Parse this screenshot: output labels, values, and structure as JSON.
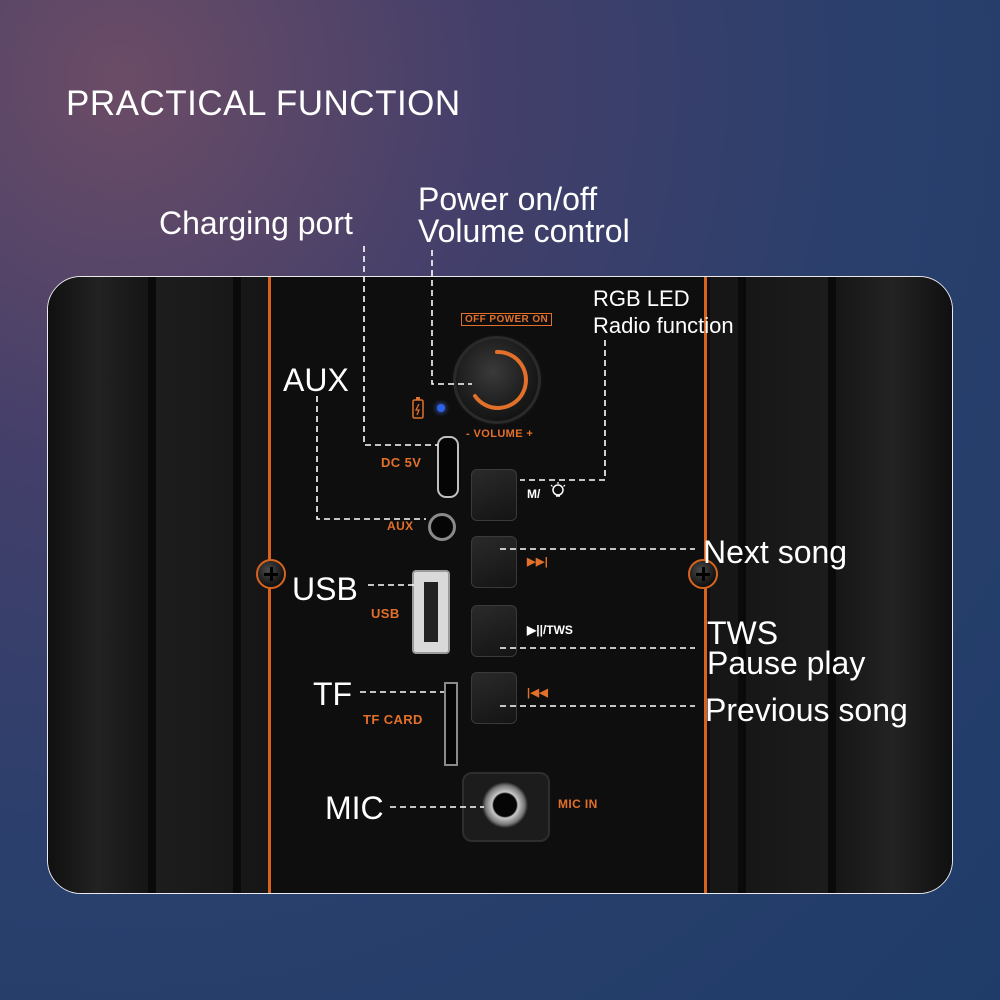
{
  "headline": "PRACTICAL FUNCTION",
  "callouts": {
    "charging_port": "Charging port",
    "power_line1": "Power on/off",
    "power_line2": "Volume control",
    "rgb_line1": "RGB LED",
    "rgb_line2": "Radio function",
    "aux": "AUX",
    "next_song": "Next song",
    "usb": "USB",
    "tws_line1": "TWS",
    "tws_line2": "Pause play",
    "tf": "TF",
    "previous_song": "Previous song",
    "mic": "MIC"
  },
  "panel_labels": {
    "off_power_on": "OFF POWER ON",
    "volume": "- VOLUME +",
    "dc": "DC 5V",
    "mode": "M/",
    "aux": "AUX",
    "next": "▶▶|",
    "usb": "USB",
    "play_tws": "▶||/TWS",
    "prev": "|◀◀",
    "tf_card": "TF CARD",
    "mic_in": "MIC IN"
  },
  "colors": {
    "accent_orange": "#e2702a",
    "led_blue": "#2a63e8",
    "text": "#ffffff"
  },
  "icons": [
    "battery-icon",
    "bulb-icon",
    "screw-icon"
  ]
}
